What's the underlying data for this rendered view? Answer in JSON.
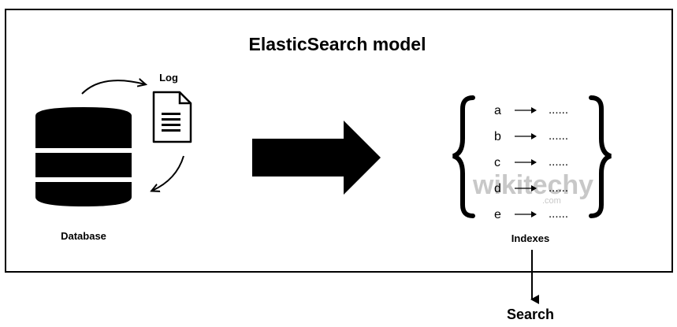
{
  "title": "ElasticSearch model",
  "labels": {
    "log": "Log",
    "database": "Database",
    "indexes": "Indexes",
    "search": "Search"
  },
  "watermark": {
    "text": "wikitechy",
    "subtext": ".com"
  },
  "index_rows": [
    {
      "key": "a",
      "value": "......"
    },
    {
      "key": "b",
      "value": "......"
    },
    {
      "key": "c",
      "value": "......"
    },
    {
      "key": "d",
      "value": "......"
    },
    {
      "key": "e",
      "value": "......"
    }
  ],
  "icons": {
    "database": "database-icon",
    "log": "document-icon",
    "main_arrow": "arrow-right-icon",
    "search_arrow": "arrow-down-icon"
  },
  "colors": {
    "ink": "#000000",
    "background": "#ffffff",
    "watermark": "#c8c8c8"
  }
}
